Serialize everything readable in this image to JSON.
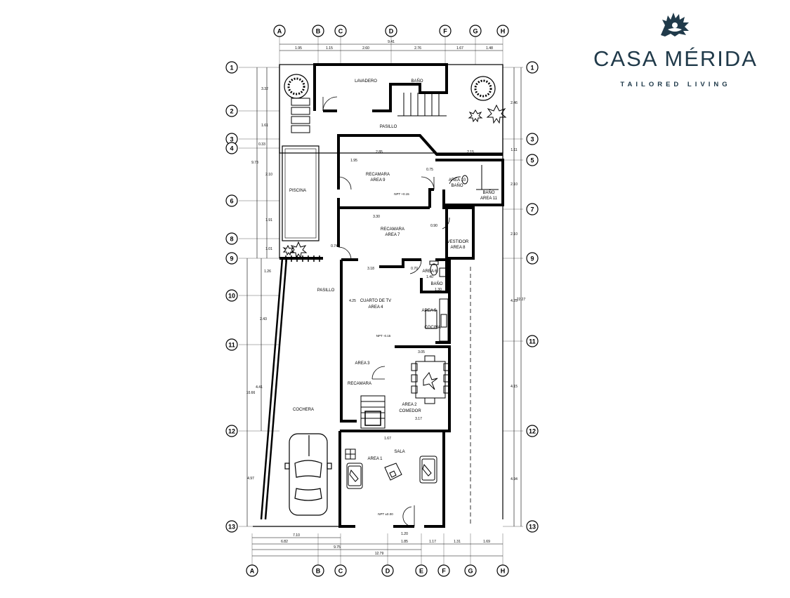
{
  "brand": {
    "name": "CASA MÉRIDA",
    "tagline": "TAILORED LIVING",
    "logo_icon": "lion-crest-icon",
    "color": "#203a4a"
  },
  "grid": {
    "columns_top": [
      "A",
      "B",
      "C",
      "D",
      "F",
      "G",
      "H"
    ],
    "columns_bottom": [
      "A",
      "B",
      "C",
      "D",
      "E",
      "F",
      "G",
      "H"
    ],
    "rows_left": [
      "1",
      "2",
      "3",
      "4",
      "6",
      "8",
      "9",
      "10",
      "11",
      "12",
      "13"
    ],
    "rows_right": [
      "1",
      "3",
      "5",
      "7",
      "9",
      "11",
      "12",
      "13"
    ]
  },
  "dimensions": {
    "top_total": "9.41",
    "top": [
      "1.95",
      "1.15",
      "2.60",
      "2.76",
      "1.67",
      "1.48"
    ],
    "bottom_row1": [
      "7.10"
    ],
    "bottom_row2": [
      "6.82",
      "1.85",
      "1.17",
      "1.31",
      "1.69"
    ],
    "bottom_row3": [
      "9.75"
    ],
    "bottom_total": "12.79",
    "left": [
      "3.32",
      "1.61",
      "0.33",
      "2.10",
      "1.91",
      "1.01",
      "1.26",
      "2.43",
      "4.41",
      "4.97"
    ],
    "left_totals": [
      "9.73",
      "10.66"
    ],
    "right": [
      "2.46",
      "1.11",
      "2.10",
      "2.10",
      "4.25",
      "4.15",
      "4.94"
    ],
    "right_total": "22.27",
    "inner": [
      "2.85",
      "2.15",
      "1.95",
      "0.75",
      "3.30",
      "0.90",
      "0.74",
      "3.18",
      "0.70",
      "1.40",
      "1.30",
      "4.25",
      "3.05",
      "3.17",
      "1.67",
      "1.20"
    ]
  },
  "rooms": {
    "lavadero": "LAVADERO",
    "bano_top": "BAÑO",
    "pasillo_top": "PASILLO",
    "piscina": "PISCINA",
    "recamara9": "RECAMARA",
    "area9": "AREA 9",
    "npt9": "NPT +0.15",
    "area10": "AREA 10",
    "bano10": "BAÑO",
    "bano11": "BAÑO",
    "area11": "AREA 11",
    "recamara7": "RECAMARA",
    "area7": "AREA 7",
    "vestidor": "VESTIDOR",
    "area8": "AREA 8",
    "area6": "AREA 6",
    "bano6": "BAÑO",
    "pasillo_mid": "PASILLO",
    "tv": "CUARTO DE TV",
    "area4": "AREA 4",
    "npt4": "NPT -0.15",
    "area5": "AREA 5",
    "cocina": "COCINA",
    "area3": "AREA 3",
    "recamara3": "RECAMARA",
    "area2": "AREA 2",
    "comedor": "COMEDOR",
    "cochera": "COCHERA",
    "sala": "SALA",
    "area1": "AREA 1",
    "npt1": "NPT ±0.00"
  }
}
